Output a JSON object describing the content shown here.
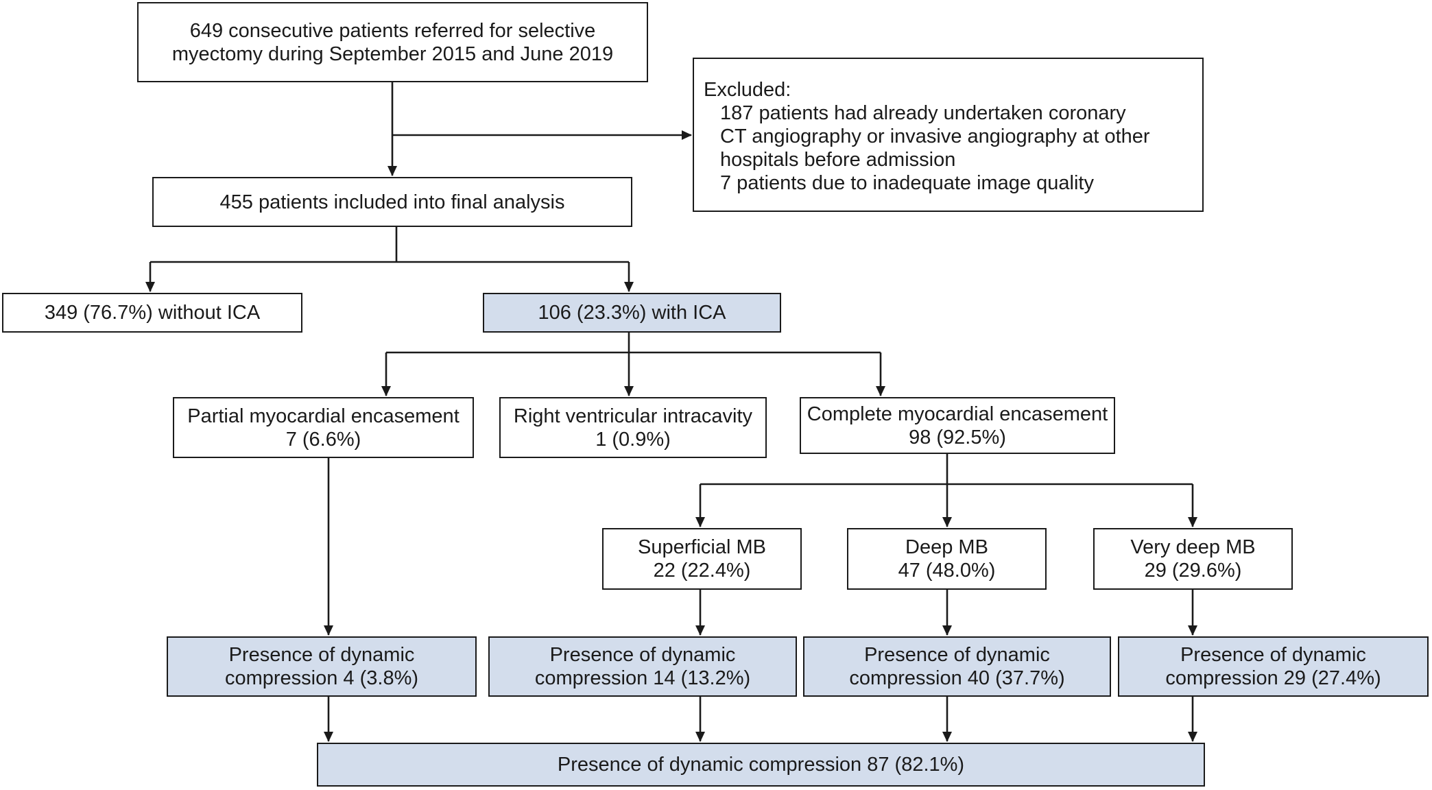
{
  "nodes": {
    "referred": {
      "line1": "649 consecutive patients referred for selective",
      "line2": "myectomy during September 2015 and June 2019"
    },
    "excluded": {
      "title": "Excluded:",
      "line1": "187 patients had already undertaken coronary",
      "line2": "CT angiography or invasive angiography at other",
      "line3": "hospitals before admission",
      "line4": "7 patients due to inadequate image quality"
    },
    "included": {
      "text": "455 patients included into final analysis"
    },
    "without_ica": {
      "text": "349 (76.7%) without ICA"
    },
    "with_ica": {
      "text": "106 (23.3%) with ICA"
    },
    "partial": {
      "line1": "Partial myocardial encasement",
      "line2": "7 (6.6%)"
    },
    "right_ventricular": {
      "line1": "Right ventricular intracavity",
      "line2": "1 (0.9%)"
    },
    "complete": {
      "line1": "Complete myocardial encasement",
      "line2": "98 (92.5%)"
    },
    "superficial": {
      "line1": "Superficial MB",
      "line2": "22 (22.4%)"
    },
    "deep": {
      "line1": "Deep MB",
      "line2": "47 (48.0%)"
    },
    "very_deep": {
      "line1": "Very deep MB",
      "line2": "29 (29.6%)"
    },
    "dyn_partial": {
      "line1": "Presence of dynamic",
      "line2": "compression 4 (3.8%)"
    },
    "dyn_superficial": {
      "line1": "Presence of dynamic",
      "line2": "compression 14 (13.2%)"
    },
    "dyn_deep": {
      "line1": "Presence of dynamic",
      "line2": "compression 40 (37.7%)"
    },
    "dyn_very_deep": {
      "line1": "Presence of dynamic",
      "line2": "compression 29 (27.4%)"
    },
    "dyn_total": {
      "text": "Presence of dynamic compression 87 (82.1%)"
    }
  },
  "colors": {
    "highlight_fill": "#d3ddec",
    "line": "#1a1a1a",
    "background": "#ffffff"
  }
}
